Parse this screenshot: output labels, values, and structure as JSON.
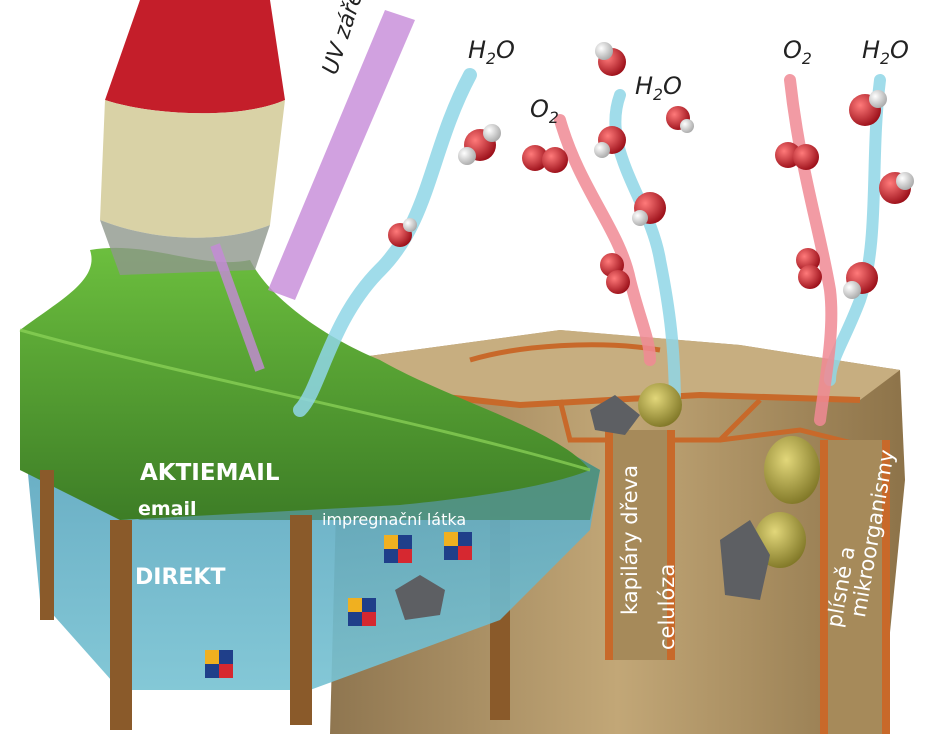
{
  "labels": {
    "uv": "UV záření",
    "h2o_left": "H",
    "h2o_left_sub": "2",
    "h2o_left_tail": "O",
    "o2_mid": "O",
    "o2_mid_sub": "2",
    "h2o_mid": "H",
    "h2o_mid_sub": "2",
    "h2o_mid_tail": "O",
    "o2_right": "O",
    "o2_right_sub": "2",
    "h2o_right": "H",
    "h2o_right_sub": "2",
    "h2o_right_tail": "O",
    "aktiemail": "AKTIEMAIL",
    "email": "email",
    "direkt": "DIREKT",
    "impregnacni": "impregnační látka",
    "kapilary": "kapiláry dřeva",
    "celuloza": "celulóza",
    "plisne_a": "plísně a",
    "mikroorganismy": "mikroorganismy"
  },
  "colors": {
    "brush_handle": "#c41e2a",
    "brush_ferrule": "#d9d2a6",
    "paint_green": "#4e9a2f",
    "layer_email": "#4f8f7a",
    "layer_direkt": "#58a8c2",
    "wood": "#b59a6c",
    "wood_edge": "#c8692a",
    "uv_stream": "#c58ad8",
    "water_stream": "#8fd6e6",
    "oxygen_stream": "#f08a94",
    "oxygen_atom": "#c8202a",
    "hydrogen_atom": "#eeeeee",
    "fungus": "#b3a64a"
  }
}
